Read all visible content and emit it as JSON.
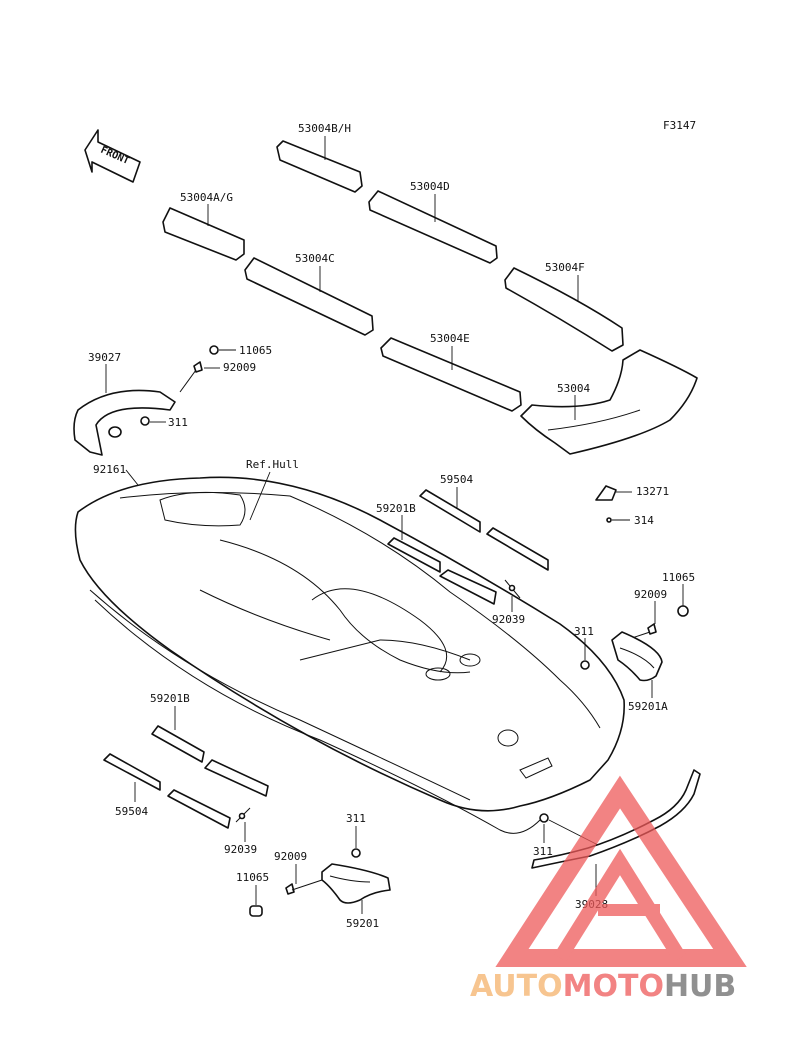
{
  "figure_code": "F3147",
  "front_label": "FRONT",
  "hull_label": "Ref.Hull",
  "parts": {
    "mat_bh": "53004B/H",
    "mat_ag": "53004A/G",
    "mat_d": "53004D",
    "mat_c": "53004C",
    "mat_f": "53004F",
    "mat_e": "53004E",
    "mat_main": "53004",
    "nut_top": "11065",
    "bolt_top": "92009",
    "handle_left": "39027",
    "washer_left": "311",
    "plug_left": "92161",
    "strip_top": "59504",
    "pad_top": "59201B",
    "pin_top": "92039",
    "clip": "13271",
    "clip_screw": "314",
    "nut_right": "11065",
    "bolt_right": "92009",
    "washer_right": "311",
    "bracket_right": "59201A",
    "pad_bottom": "59201B",
    "strip_bottom": "59504",
    "pin_bottom": "92039",
    "washer_bottom": "311",
    "bolt_bottom": "92009",
    "nut_bottom": "11065",
    "bracket_bottom": "59201",
    "handle_right": "39028"
  },
  "watermark": {
    "text_auto": "AUTO",
    "text_moto": "MOTO",
    "text_hub": "HUB",
    "color_orange": "#f5b26b",
    "color_red": "#ee5a5a",
    "color_grey": "#6b6b6b"
  }
}
